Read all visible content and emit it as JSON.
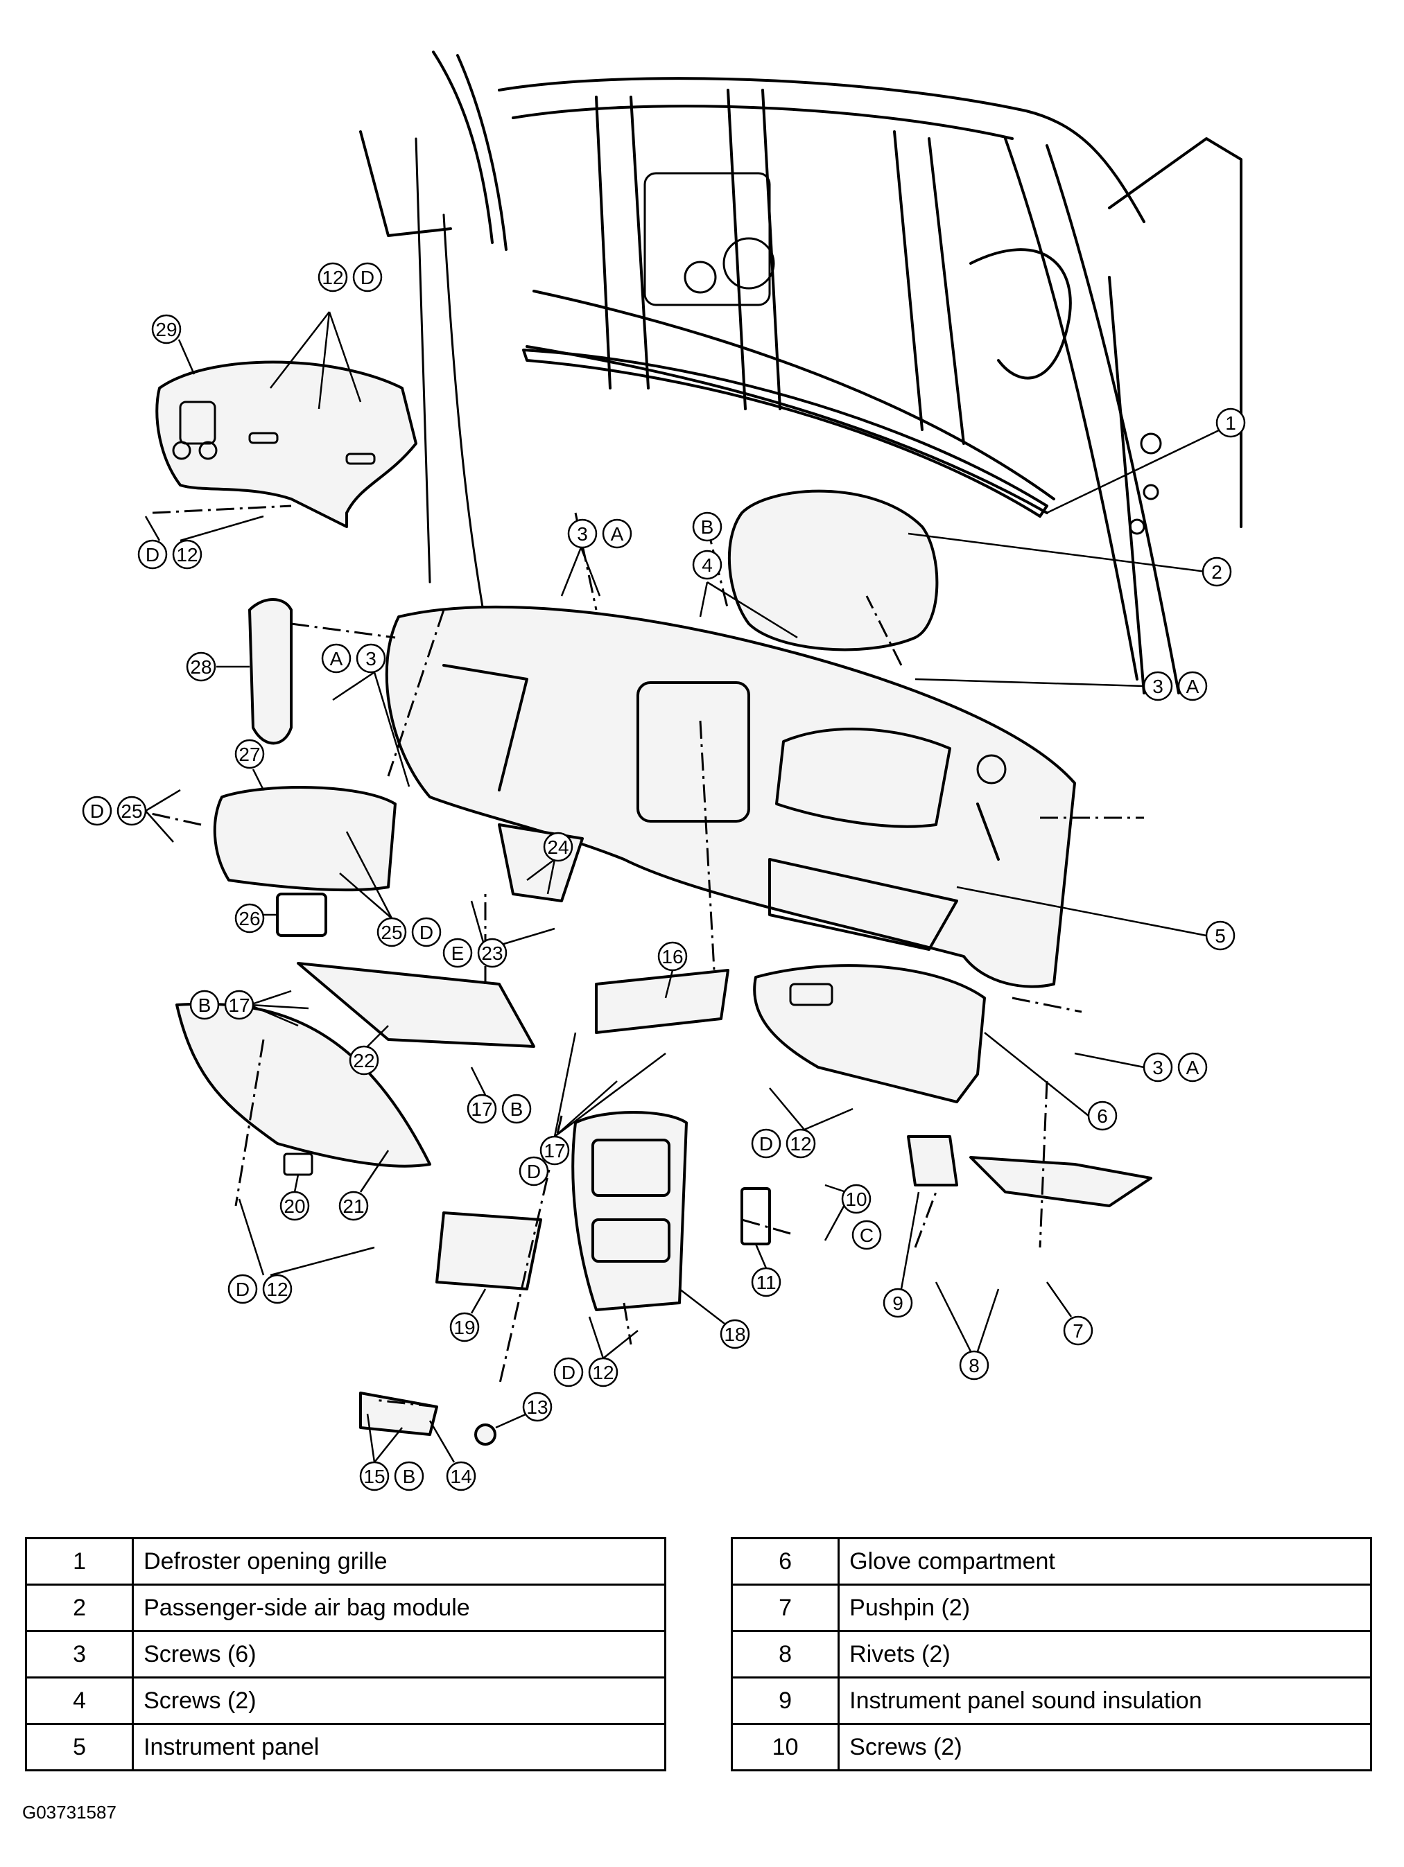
{
  "figure_id": "G03731587",
  "callouts": [
    {
      "num": "1",
      "letter": ""
    },
    {
      "num": "2",
      "letter": ""
    },
    {
      "num": "3",
      "letter": "A"
    },
    {
      "num": "3",
      "letter": "A"
    },
    {
      "num": "3",
      "letter": "A"
    },
    {
      "num": "3",
      "letter": "A"
    },
    {
      "num": "4",
      "letter": "B"
    },
    {
      "num": "5",
      "letter": ""
    },
    {
      "num": "6",
      "letter": ""
    },
    {
      "num": "7",
      "letter": ""
    },
    {
      "num": "8",
      "letter": ""
    },
    {
      "num": "9",
      "letter": ""
    },
    {
      "num": "10",
      "letter": "C"
    },
    {
      "num": "11",
      "letter": ""
    },
    {
      "num": "12",
      "letter": "D"
    },
    {
      "num": "12",
      "letter": "D"
    },
    {
      "num": "12",
      "letter": "D"
    },
    {
      "num": "12",
      "letter": "D"
    },
    {
      "num": "12",
      "letter": "D"
    },
    {
      "num": "13",
      "letter": ""
    },
    {
      "num": "14",
      "letter": ""
    },
    {
      "num": "15",
      "letter": "B"
    },
    {
      "num": "16",
      "letter": ""
    },
    {
      "num": "17",
      "letter": "B"
    },
    {
      "num": "17",
      "letter": "B"
    },
    {
      "num": "17",
      "letter": "D"
    },
    {
      "num": "18",
      "letter": ""
    },
    {
      "num": "19",
      "letter": ""
    },
    {
      "num": "20",
      "letter": ""
    },
    {
      "num": "21",
      "letter": ""
    },
    {
      "num": "22",
      "letter": ""
    },
    {
      "num": "23",
      "letter": "E"
    },
    {
      "num": "24",
      "letter": ""
    },
    {
      "num": "25",
      "letter": "D"
    },
    {
      "num": "25",
      "letter": "D"
    },
    {
      "num": "26",
      "letter": ""
    },
    {
      "num": "27",
      "letter": ""
    },
    {
      "num": "28",
      "letter": ""
    },
    {
      "num": "29",
      "letter": ""
    }
  ],
  "legend_left": [
    {
      "num": "1",
      "desc": "Defroster opening grille"
    },
    {
      "num": "2",
      "desc": "Passenger-side air bag module"
    },
    {
      "num": "3",
      "desc": "Screws (6)"
    },
    {
      "num": "4",
      "desc": "Screws (2)"
    },
    {
      "num": "5",
      "desc": "Instrument panel"
    }
  ],
  "legend_right": [
    {
      "num": "6",
      "desc": "Glove compartment"
    },
    {
      "num": "7",
      "desc": "Pushpin (2)"
    },
    {
      "num": "8",
      "desc": "Rivets (2)"
    },
    {
      "num": "9",
      "desc": "Instrument panel sound insulation"
    },
    {
      "num": "10",
      "desc": "Screws (2)"
    }
  ]
}
